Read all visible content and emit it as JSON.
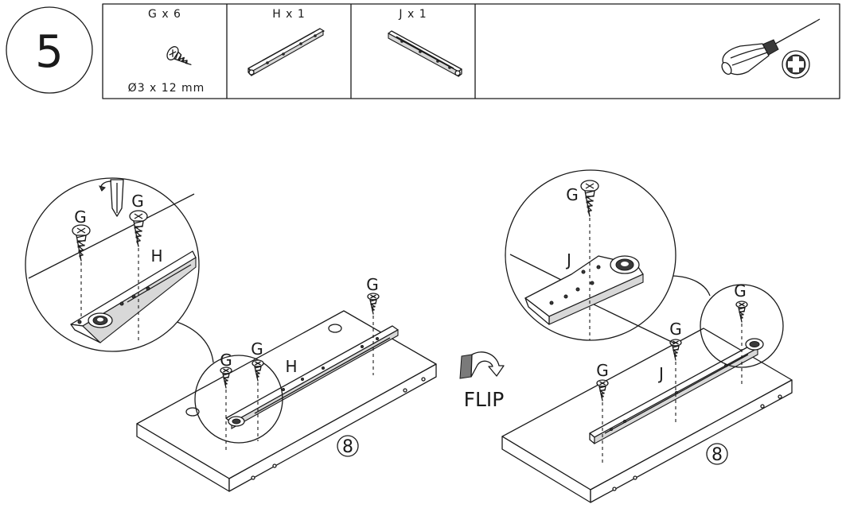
{
  "step": {
    "number": "5"
  },
  "hardware": [
    {
      "label": "G x 6",
      "size": "Ø3 x 12 mm",
      "icon": "wood-screw-icon"
    },
    {
      "label": "H x 1",
      "icon": "drawer-slide-rail-h-icon"
    },
    {
      "label": "J x 1",
      "icon": "drawer-slide-rail-j-icon"
    }
  ],
  "tool": {
    "icon": "phillips-screwdriver-icon"
  },
  "left_view": {
    "zoom_callouts": {
      "screw_a": "G",
      "screw_b": "G",
      "rail": "H"
    },
    "callouts": {
      "screw_front_a": "G",
      "screw_front_b": "G",
      "screw_back": "G",
      "rail": "H"
    },
    "panel_number": "8"
  },
  "flip": {
    "label": "FLIP",
    "icon": "flip-arrow-icon"
  },
  "right_view": {
    "zoom_callouts": {
      "screw": "G",
      "rail": "J"
    },
    "callouts": {
      "screw_front": "G",
      "screw_mid": "G",
      "screw_back": "G",
      "rail": "J"
    },
    "panel_number": "8"
  }
}
